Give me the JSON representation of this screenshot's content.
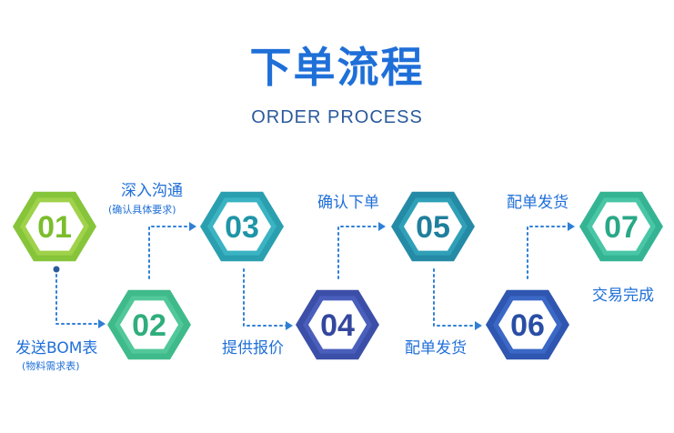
{
  "header": {
    "title": "下单流程",
    "subtitle": "ORDER PROCESS"
  },
  "steps": [
    {
      "number": "01",
      "ring": "#86c43a",
      "inner": "#9fd24a",
      "text": "#7cbd2b",
      "label": "发送BOM表",
      "sublabel": "(物料需求表)"
    },
    {
      "number": "02",
      "ring": "#3fba8a",
      "inner": "#52c89a",
      "text": "#2fae7c",
      "label": "深入沟通",
      "sublabel": "(确认具体要求)"
    },
    {
      "number": "03",
      "ring": "#2a9fb0",
      "inner": "#3ab3c2",
      "text": "#1e95a8",
      "label": "提供报价",
      "sublabel": ""
    },
    {
      "number": "04",
      "ring": "#3c4fa8",
      "inner": "#4a5fbc",
      "text": "#34479e",
      "label": "确认下单",
      "sublabel": ""
    },
    {
      "number": "05",
      "ring": "#258aa6",
      "inner": "#2fa0b8",
      "text": "#1f7f9c",
      "label": "配单发货",
      "sublabel": ""
    },
    {
      "number": "06",
      "ring": "#2f56b0",
      "inner": "#3b68c6",
      "text": "#2a4ea6",
      "label": "配单发货",
      "sublabel": ""
    },
    {
      "number": "07",
      "ring": "#35b494",
      "inner": "#48c6a6",
      "text": "#2aa887",
      "label": "交易完成",
      "sublabel": ""
    }
  ],
  "colors": {
    "title": "#1f6fd8",
    "connector": "#2f7fd6"
  }
}
